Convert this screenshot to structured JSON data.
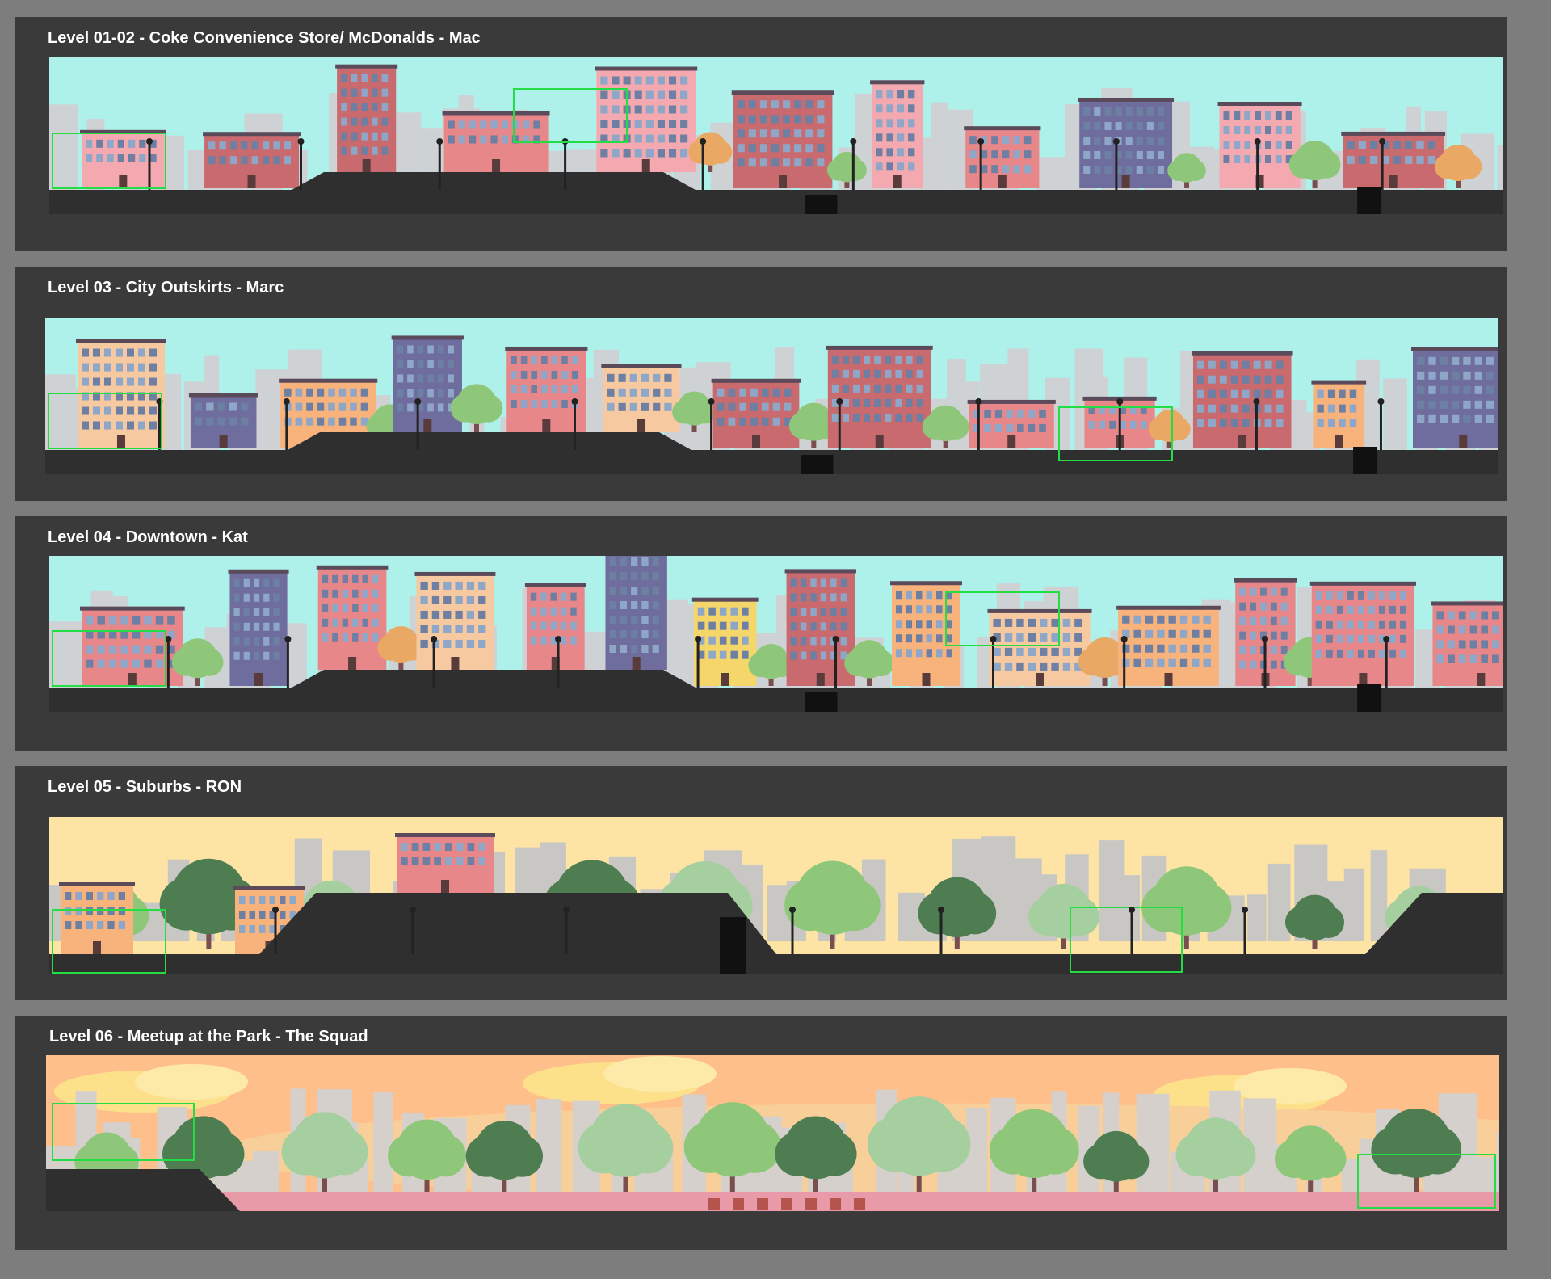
{
  "levels": [
    {
      "title": "Level 01-02 - Coke Convenience Store/ McDonalds - Mac",
      "sky": "#aef1ea",
      "style": "city"
    },
    {
      "title": "Level 03 - City Outskirts - Marc",
      "sky": "#aef1ea",
      "style": "city"
    },
    {
      "title": "Level 04 - Downtown - Kat",
      "sky": "#aef1ea",
      "style": "downtown"
    },
    {
      "title": "Level 05 - Suburbs - RON",
      "sky": "#fde4a5",
      "style": "suburbs"
    },
    {
      "title": "Level 06 - Meetup at the Park - The Squad",
      "sky": "#ffbf8a",
      "style": "park"
    }
  ],
  "colors": {
    "page_bg": "#7d7d7d",
    "panel_bg": "#3a3a3a",
    "ground": "#2f2f2f",
    "highlight_box": "#22dd44",
    "building_palette": [
      "#f7c9a0",
      "#e8878a",
      "#6f6d9e",
      "#f5d66b",
      "#f4a9b0",
      "#f8b37d",
      "#c96a6f"
    ],
    "tree_greens": [
      "#8fc77a",
      "#4e7d52",
      "#a6cfa0"
    ],
    "tree_orange": "#e9a863"
  }
}
